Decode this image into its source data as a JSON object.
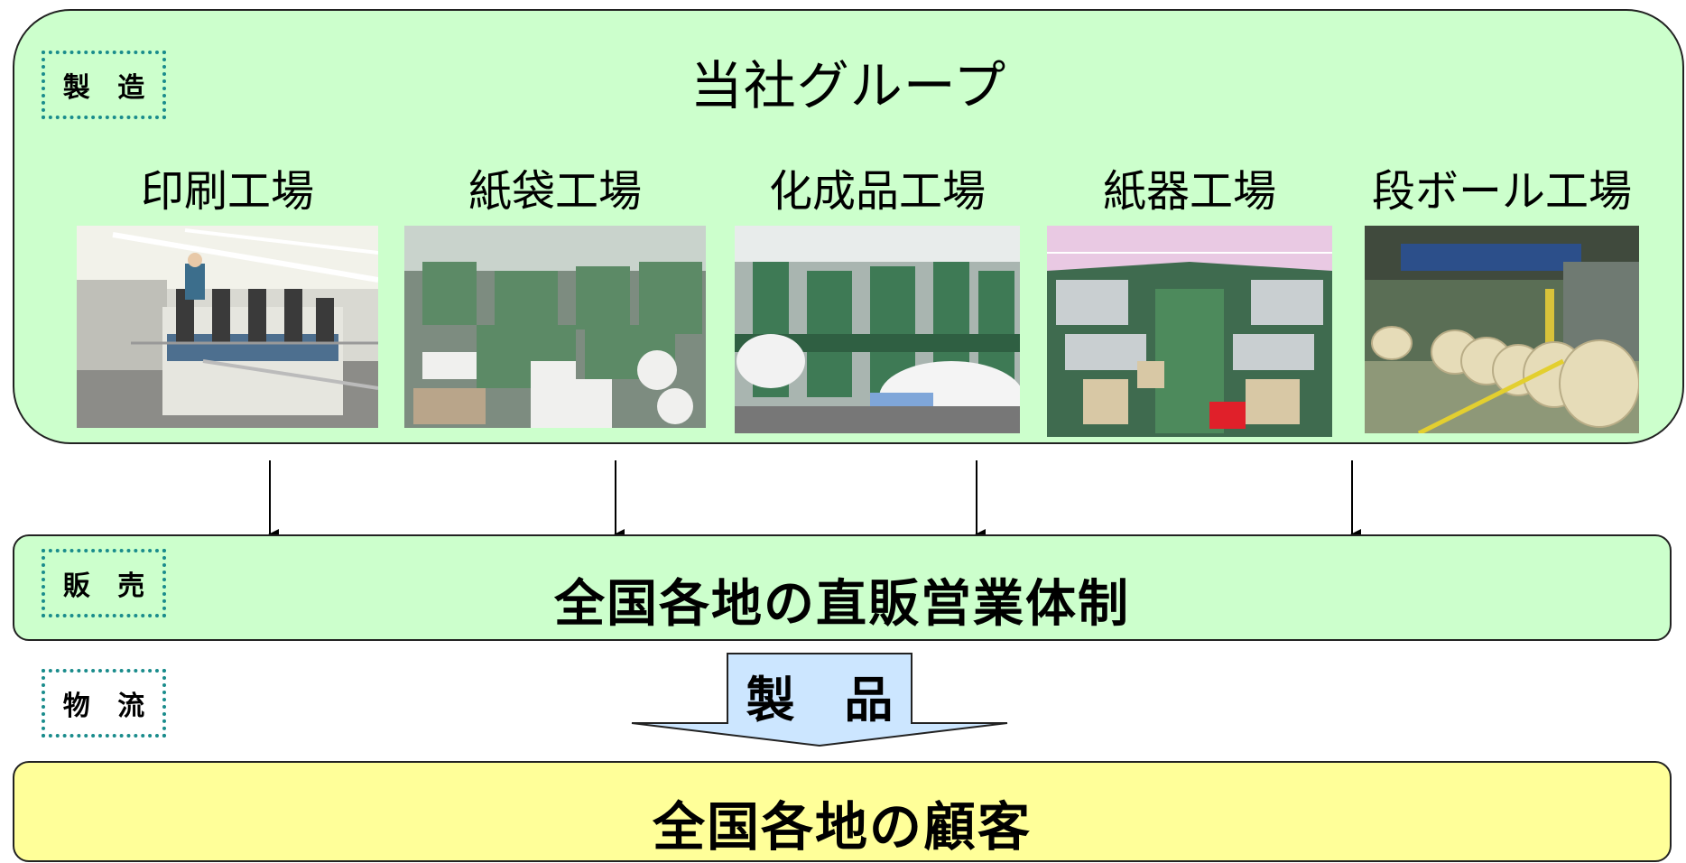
{
  "tags": {
    "manufacturing": "製 造",
    "sales": "販 売",
    "logistics": "物 流"
  },
  "group": {
    "title": "当社グループ",
    "factories": [
      {
        "label": "印刷工場",
        "photo": "printing-factory-photo"
      },
      {
        "label": "紙袋工場",
        "photo": "paper-bag-factory-photo"
      },
      {
        "label": "化成品工場",
        "photo": "chemical-products-factory-photo"
      },
      {
        "label": "紙器工場",
        "photo": "paper-container-factory-photo"
      },
      {
        "label": "段ボール工場",
        "photo": "corrugated-board-factory-photo"
      }
    ]
  },
  "sales": {
    "text": "全国各地の直販営業体制"
  },
  "product_arrow": {
    "label": "製 品"
  },
  "customers": {
    "text": "全国各地の顧客"
  },
  "colors": {
    "group_bg": "#ccffcc",
    "customer_bg": "#ffff99",
    "arrow_fill": "#cce6ff",
    "tag_border": "#1a8c8c"
  }
}
